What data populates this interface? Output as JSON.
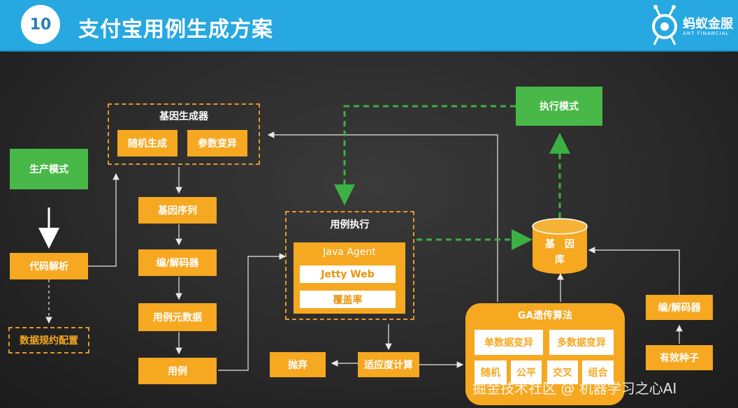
{
  "header": {
    "number": "10",
    "title": "支付宝用例生成方案",
    "logo_text": "蚂蚁金服",
    "logo_sub": "ANT FINANCIAL"
  },
  "nodes": {
    "production_mode": "生产模式",
    "code_parsing": "代码解析",
    "data_spec": "数据规约配置",
    "gene_generator": "基因生成器",
    "random_gen": "随机生成",
    "param_mutation": "参数变异",
    "gene_sequence": "基因序列",
    "codec_left": "编/解码器",
    "case_metadata": "用例元数据",
    "test_case": "用例",
    "case_execution": "用例执行",
    "java_agent": "Java Agent",
    "jetty_web": "Jetty Web",
    "coverage": "覆盖率",
    "execution_mode": "执行模式",
    "gene_db": "基　因\n库",
    "fitness": "适应度计算",
    "discard": "抛弃",
    "ga": "GA遗传算法",
    "single_mutation": "单数据变异",
    "multi_mutation": "多数据变异",
    "random": "随机",
    "fair": "公平",
    "crossover": "交叉",
    "combination": "组合",
    "codec_right": "编/解码器",
    "valid_seed": "有效种子"
  },
  "watermark": "掘金技术社区 @ 机器学习之心AI",
  "colors": {
    "header": "#27a8e0",
    "orange": "#f6a821",
    "green": "#48b848",
    "dashed": "#e6952a",
    "green_dashed": "#3cb043",
    "line": "#e8e8e8"
  }
}
